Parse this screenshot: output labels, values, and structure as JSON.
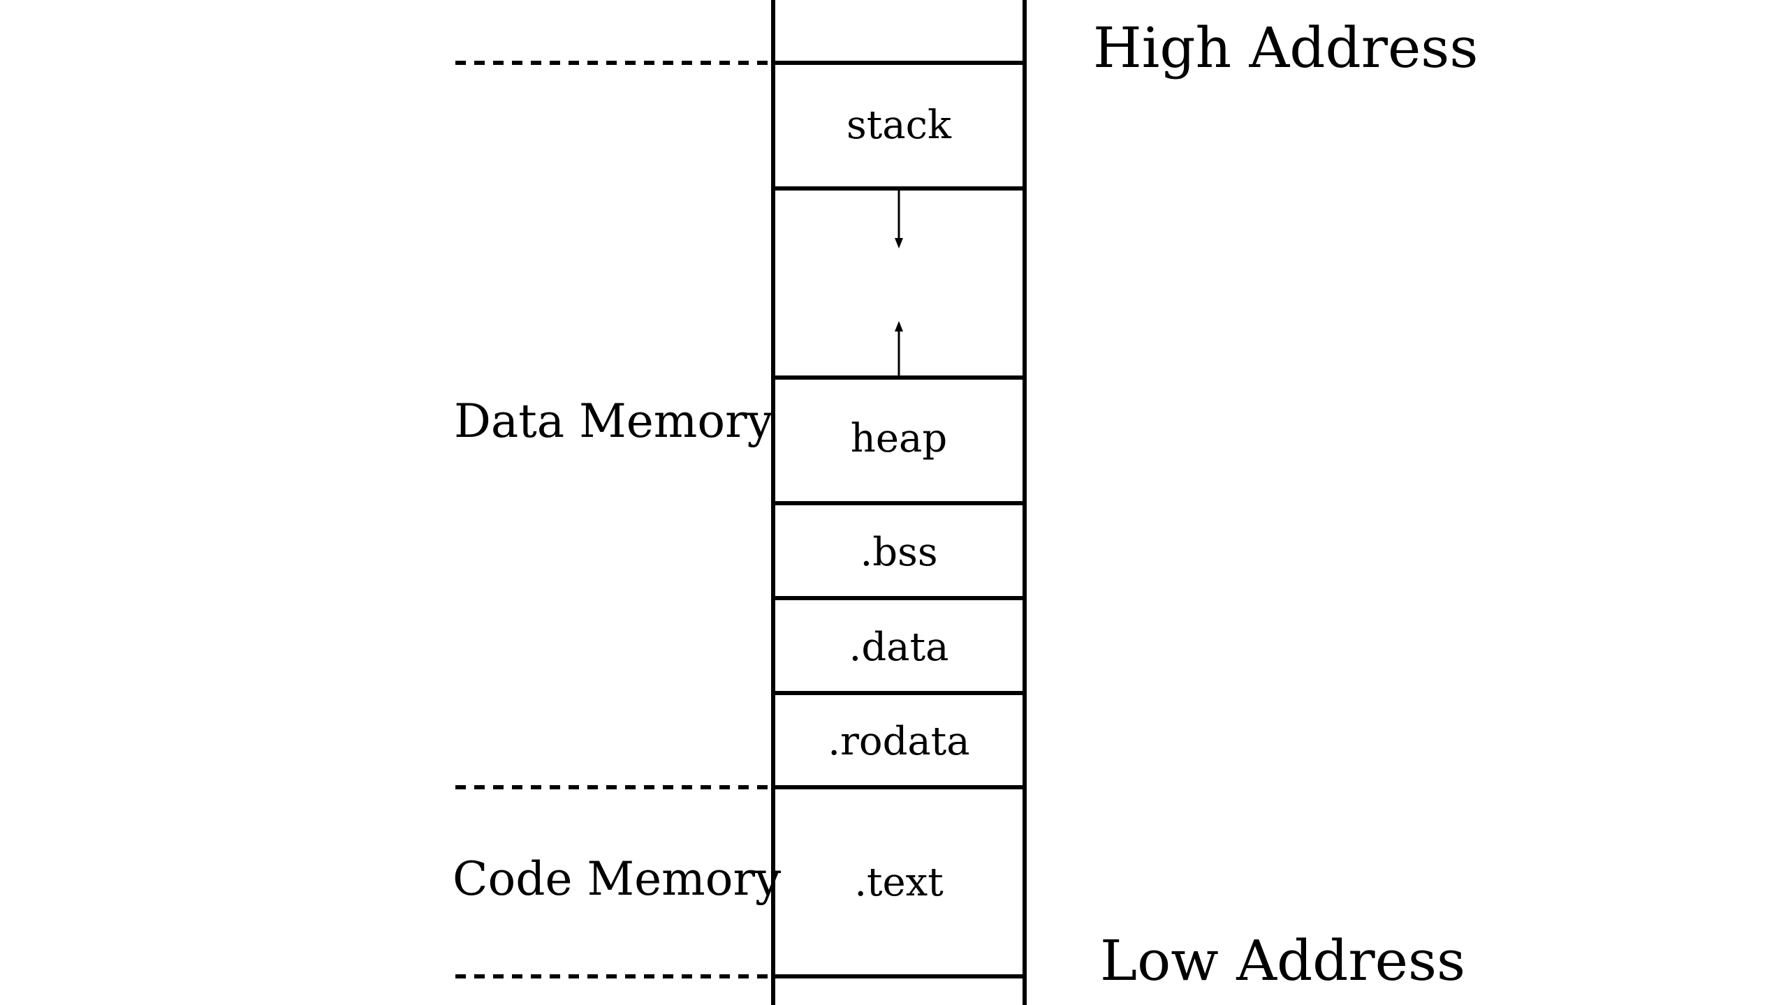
{
  "labels": {
    "high_address": "High Address",
    "low_address": "Low Address",
    "data_memory": "Data Memory",
    "code_memory": "Code Memory"
  },
  "segments": {
    "stack": "stack",
    "heap": "heap",
    "bss": ".bss",
    "data": ".data",
    "rodata": ".rodata",
    "text": ".text"
  },
  "colors": {
    "stroke": "#000000",
    "background": "#ffffff"
  }
}
